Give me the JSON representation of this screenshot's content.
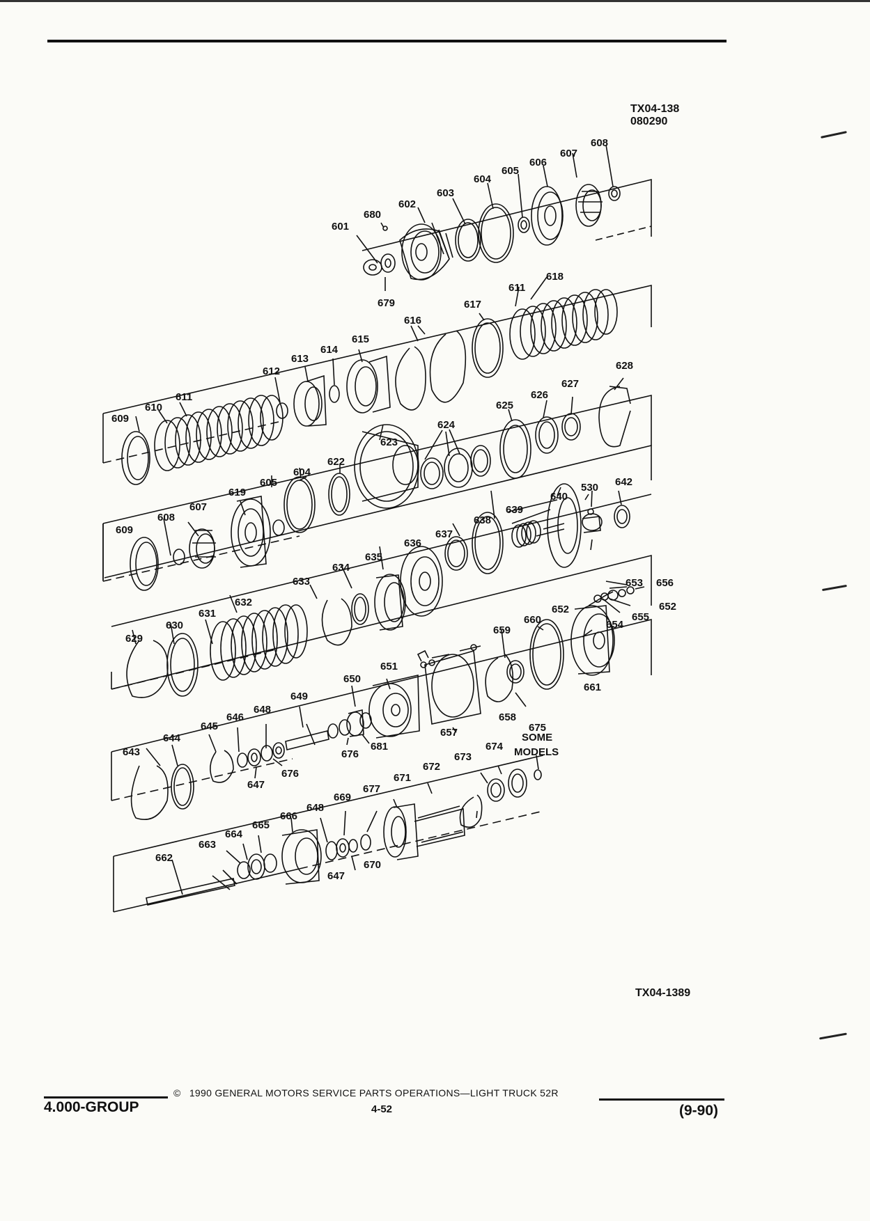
{
  "header": {
    "figure_id_top": "TX04-138",
    "figure_date": "080290"
  },
  "figure": {
    "figure_id_bottom": "TX04-1389",
    "callouts": [
      "608",
      "607",
      "606",
      "605",
      "604",
      "603",
      "602",
      "680",
      "601",
      "679",
      "618",
      "611",
      "617",
      "616",
      "615",
      "614",
      "613",
      "612",
      "609",
      "610",
      "611",
      "628",
      "627",
      "626",
      "625",
      "624",
      "623",
      "622",
      "604",
      "605",
      "619",
      "607",
      "608",
      "609",
      "642",
      "530",
      "640",
      "639",
      "638",
      "637",
      "636",
      "635",
      "634",
      "633",
      "632",
      "631",
      "630",
      "629",
      "653",
      "656",
      "652",
      "652",
      "655",
      "654",
      "660",
      "659",
      "661",
      "651",
      "650",
      "649",
      "648",
      "646",
      "645",
      "644",
      "643",
      "647",
      "676",
      "676",
      "681",
      "657",
      "658",
      "675",
      "SOME",
      "MODELS",
      "674",
      "673",
      "672",
      "671",
      "677",
      "669",
      "648",
      "666",
      "665",
      "664",
      "663",
      "662",
      "647",
      "670"
    ]
  },
  "footer": {
    "group": "4.000-GROUP",
    "copyright_symbol": "©",
    "copyright_text": "1990 GENERAL MOTORS SERVICE PARTS OPERATIONS—LIGHT TRUCK 52R",
    "page_number": "4-52",
    "revision": "(9-90)"
  }
}
